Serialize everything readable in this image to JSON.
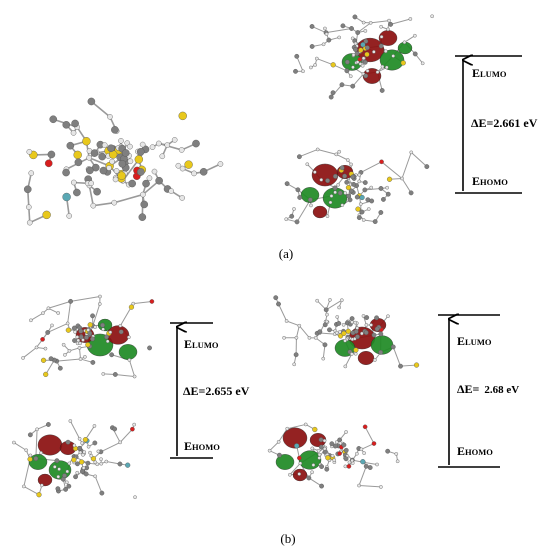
{
  "panels": [
    {
      "label": "(a)",
      "diagram": {
        "lumo": {
          "main": "E",
          "sub": "LUMO"
        },
        "homo": {
          "main": "E",
          "sub": "HOMO"
        },
        "gap": "ΔE=2.661 eV"
      }
    },
    {
      "label": "(b)",
      "diagrams": [
        {
          "lumo": {
            "main": "E",
            "sub": "LUMO"
          },
          "homo": {
            "main": "E",
            "sub": "HOMO"
          },
          "gap": "ΔE=2.655 eV"
        },
        {
          "lumo": {
            "main": "E",
            "sub": "LUMO"
          },
          "homo": {
            "main": "E",
            "sub": "HOMO"
          },
          "gap_prefix": "ΔE=",
          "gap_value": "2.68 eV"
        }
      ]
    }
  ],
  "colors": {
    "carbon": "#7f7f7f",
    "hydrogen": "#e6e6e6",
    "sulfur": "#e8c81c",
    "oxygen": "#d81e1e",
    "silicon": "#5aa8b4",
    "orbital_positive": "#8b1010",
    "orbital_negative": "#1f8a24"
  }
}
